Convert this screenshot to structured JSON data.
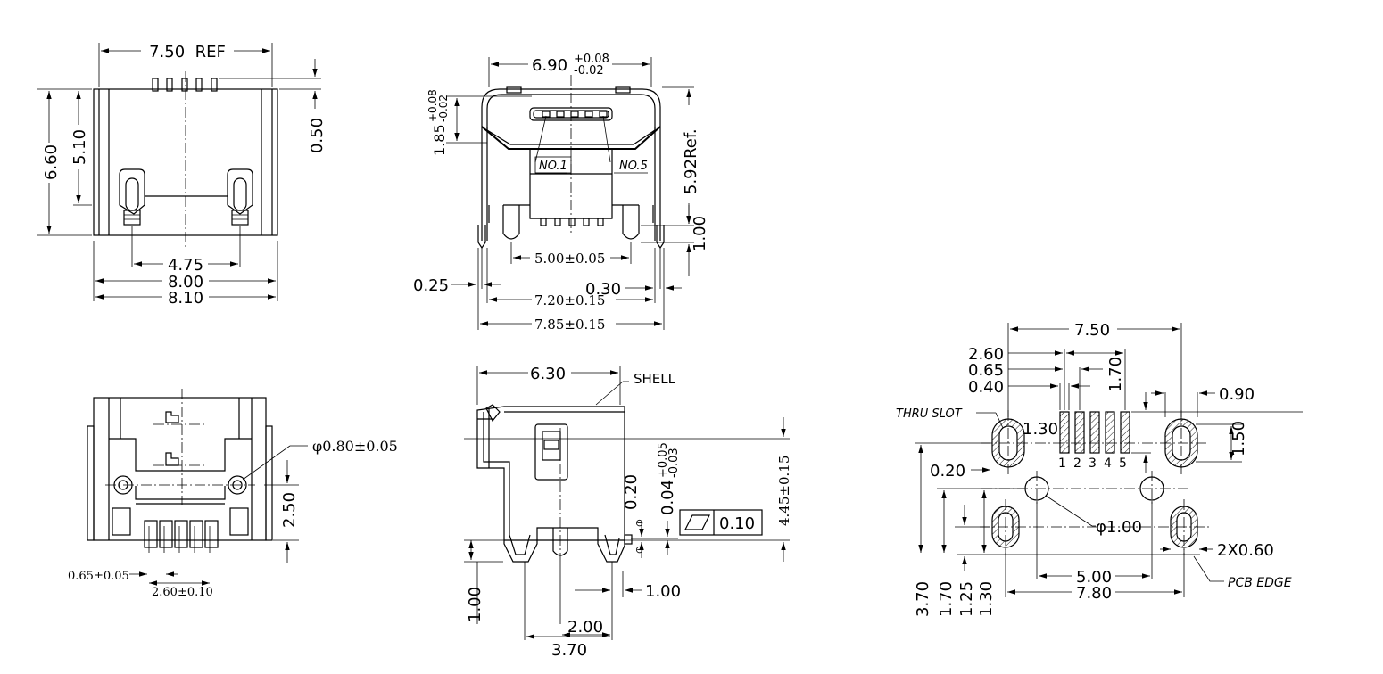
{
  "views": {
    "top": {
      "dims": {
        "ref_width": "7.50  REF",
        "height_total": "6.60",
        "height_inner": "5.10",
        "lead_height": "0.50",
        "post_spacing": "4.75",
        "body_width": "8.00",
        "overall_width": "8.10"
      }
    },
    "front": {
      "dims": {
        "opening_width": "6.90",
        "opening_tol_plus": "+0.08",
        "opening_tol_minus": "-0.02",
        "opening_height": "1.85",
        "opening_height_tol_plus": "+0.08",
        "opening_height_tol_minus": "-0.02",
        "height_ref": "5.92Ref.",
        "pin_standoff": "1.00",
        "pin_span": "5.00±0.05",
        "leg_thickness": "0.25",
        "leg_gap": "0.30",
        "inner_width": "7.20±0.15",
        "outer_width": "7.85±0.15"
      },
      "labels": {
        "pin1": "NO.1",
        "pin5": "NO.5"
      }
    },
    "bottom": {
      "dims": {
        "hole_diameter": "φ0.80±0.05",
        "post_height": "2.50",
        "pin_pitch": "0.65±0.05",
        "pin_span": "2.60±0.10"
      }
    },
    "side": {
      "dims": {
        "depth": "6.30",
        "seating": "0.20",
        "seating_tol": "0.04",
        "seating_tol_plus": "+0.05",
        "seating_tol_minus": "-0.03",
        "height": "4.45±0.15",
        "flatness": "0.10",
        "standoff": "1.00",
        "lead_offset": "1.00",
        "post_offset": "2.00",
        "post_span": "3.70"
      },
      "labels": {
        "shell": "SHELL"
      }
    },
    "footprint": {
      "dims": {
        "slot_spacing": "7.50",
        "pad_span": "2.60",
        "pad_pitch": "0.65",
        "pad_width": "0.40",
        "pad_length": "1.70",
        "slot_width": "0.90",
        "slot_length": "1.50",
        "pad_offset": "1.30",
        "pad_row_gap": "0.20",
        "locate_hole": "φ1.00",
        "rear_slot": "2X0.60",
        "hole_spacing": "5.00",
        "rear_slot_spacing": "7.80",
        "v1": "3.70",
        "v2": "1.70",
        "v3": "1.25",
        "v4": "1.30"
      },
      "labels": {
        "thru_slot": "THRU SLOT",
        "pcb_edge": "PCB EDGE",
        "pad_numbers": [
          "1",
          "2",
          "3",
          "4",
          "5"
        ]
      }
    }
  }
}
